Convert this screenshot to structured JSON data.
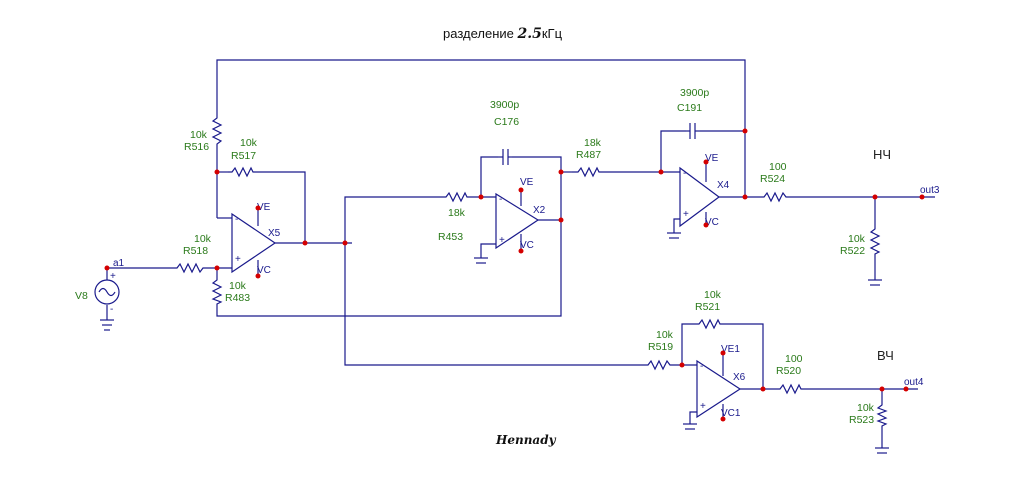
{
  "title": {
    "prefix": "разделение ",
    "value": "2.5",
    "unit": "кГц"
  },
  "signature": "Hennady",
  "source": {
    "name": "V8",
    "plus": "+",
    "minus": "-"
  },
  "nets": {
    "a1": "a1",
    "out3": "out3",
    "out4": "out4"
  },
  "bands": {
    "low": "НЧ",
    "high": "ВЧ"
  },
  "resistors": {
    "R516": {
      "ref": "R516",
      "value": "10k"
    },
    "R517": {
      "ref": "R517",
      "value": "10k"
    },
    "R518": {
      "ref": "R518",
      "value": "10k"
    },
    "R483": {
      "ref": "R483",
      "value": "10k"
    },
    "R453": {
      "ref": "R453",
      "value": "18k"
    },
    "R487": {
      "ref": "R487",
      "value": "18k"
    },
    "R524": {
      "ref": "R524",
      "value": "100"
    },
    "R522": {
      "ref": "R522",
      "value": "10k"
    },
    "R521": {
      "ref": "R521",
      "value": "10k"
    },
    "R519": {
      "ref": "R519",
      "value": "10k"
    },
    "R520": {
      "ref": "R520",
      "value": "100"
    },
    "R523": {
      "ref": "R523",
      "value": "10k"
    }
  },
  "capacitors": {
    "C176": {
      "ref": "C176",
      "value": "3900p"
    },
    "C191": {
      "ref": "C191",
      "value": "3900p"
    }
  },
  "opamps": {
    "X5": {
      "ref": "X5",
      "ve": "VE",
      "vc": "VC"
    },
    "X2": {
      "ref": "X2",
      "ve": "VE",
      "vc": "VC"
    },
    "X4": {
      "ref": "X4",
      "ve": "VE",
      "vc": "VC"
    },
    "X6": {
      "ref": "X6",
      "ve": "VE1",
      "vc": "VC1"
    }
  },
  "pin_signs": {
    "minus": "-",
    "plus": "+"
  }
}
